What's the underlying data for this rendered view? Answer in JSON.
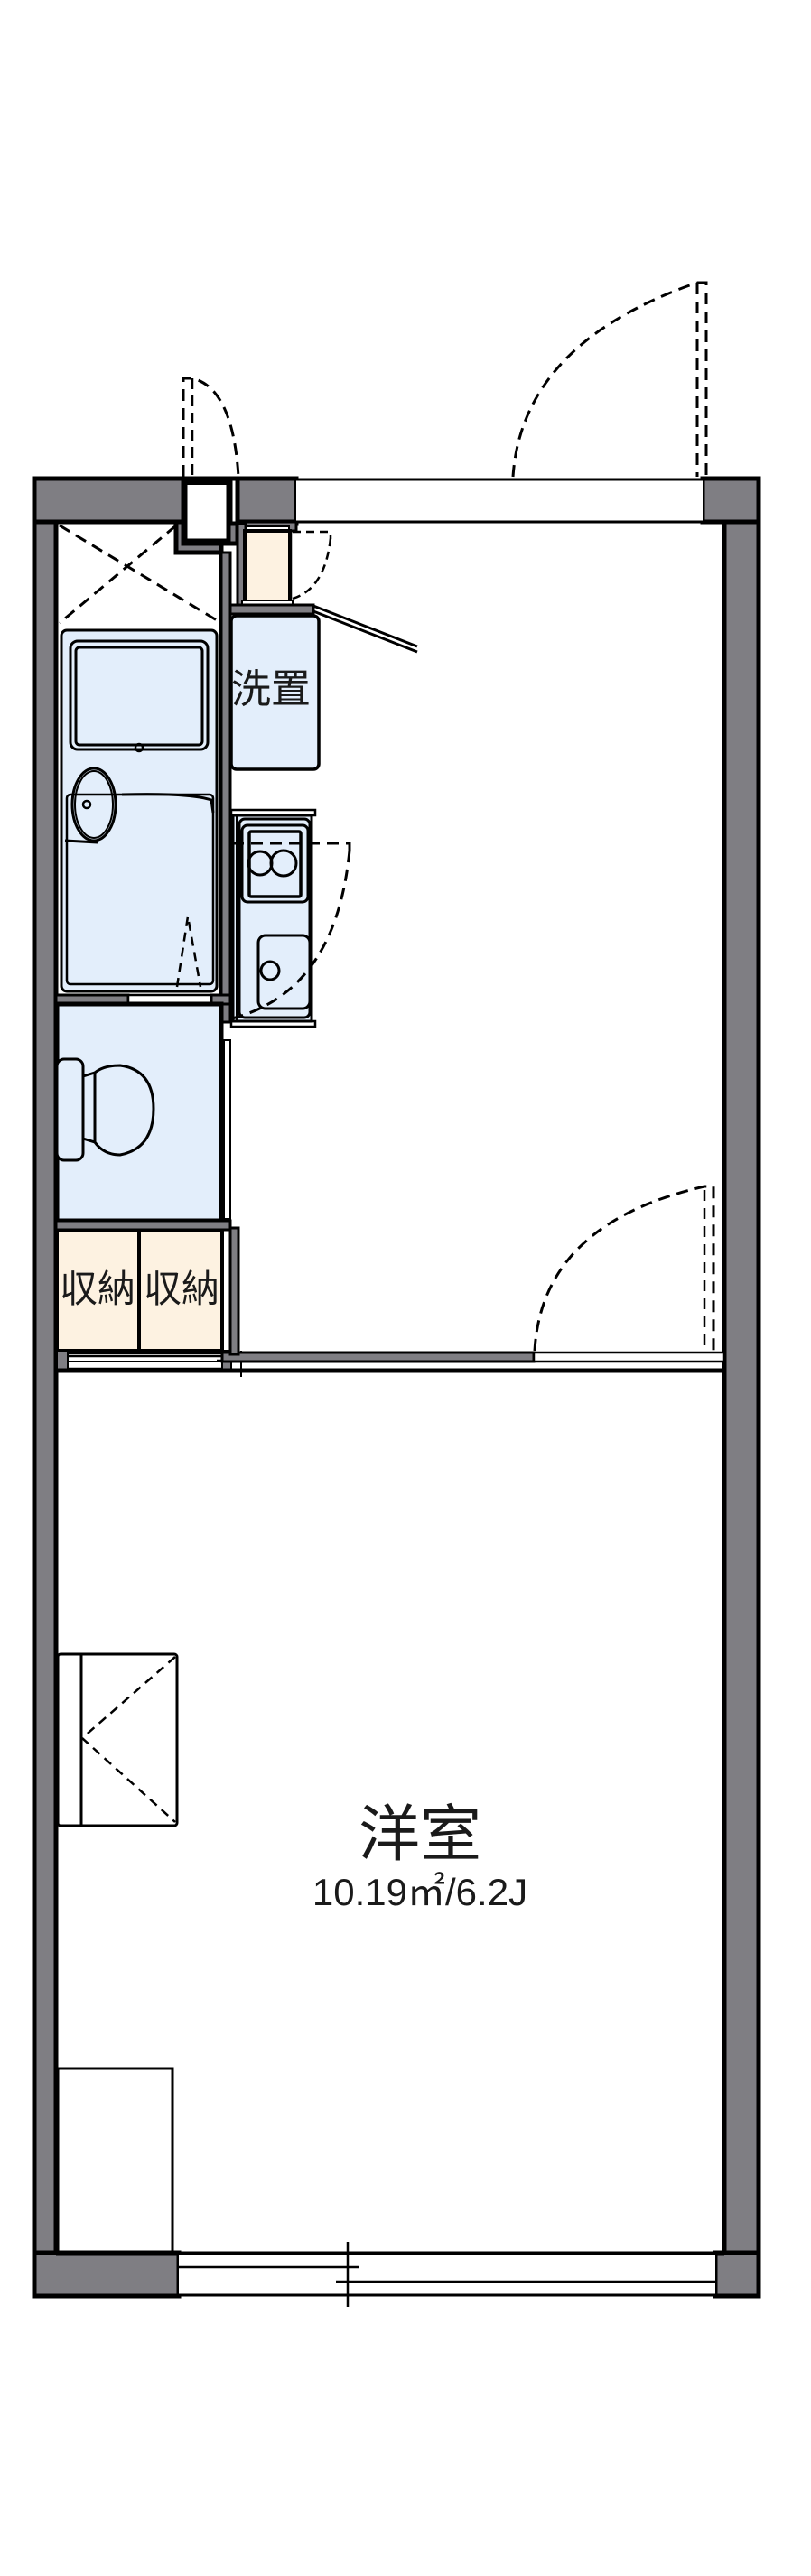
{
  "plan": {
    "type": "1K floor plan",
    "colors": {
      "wall": "#7f7e83",
      "wet_area": "#e3eefb",
      "storage": "#fdf2e1",
      "floor": "#ffffff",
      "line": "#000000"
    }
  },
  "rooms": {
    "washer": {
      "label": "洗置"
    },
    "storage_left": {
      "label": "収納"
    },
    "storage_right": {
      "label": "収納"
    },
    "main_room": {
      "label": "洋室",
      "area": "10.19㎡/6.2J"
    }
  },
  "fixtures": {
    "bathroom": "unit-bath",
    "toilet": "toilet",
    "kitchen": "2-burner-stove-and-sink",
    "shoe_box": "shoe-cabinet",
    "closet": "wardrobe"
  }
}
